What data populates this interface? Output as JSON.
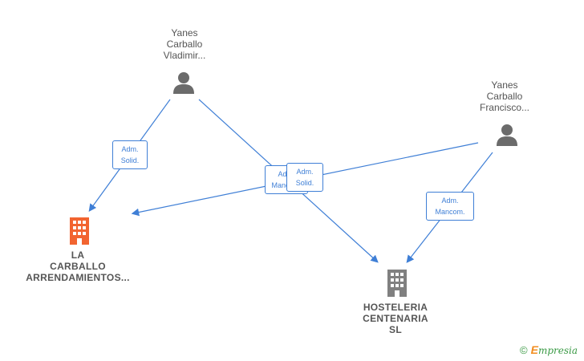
{
  "persons": [
    {
      "name_lines": [
        "Yanes",
        "Carballo",
        "Vladimir..."
      ]
    },
    {
      "name_lines": [
        "Yanes",
        "Carballo",
        "Francisco..."
      ]
    }
  ],
  "companies": [
    {
      "name_lines": [
        "LA",
        "CARBALLO",
        "ARRENDAMIENTOS..."
      ],
      "color": "#f26430"
    },
    {
      "name_lines": [
        "HOSTELERIA",
        "CENTENARIA",
        "SL"
      ],
      "color": "#808080"
    }
  ],
  "roles": [
    {
      "lines": [
        "Adm.",
        "Solid."
      ]
    },
    {
      "lines": [
        "Adm.",
        "Mancom."
      ]
    },
    {
      "lines": [
        "Adm.",
        "Solid."
      ]
    },
    {
      "lines": [
        "Adm.",
        "Mancom."
      ]
    }
  ],
  "colors": {
    "edge": "#3f7fd6",
    "person_icon": "#6b6b6b"
  },
  "watermark": {
    "symbol": "©",
    "brand_initial": "E",
    "brand_rest": "mpresia"
  }
}
